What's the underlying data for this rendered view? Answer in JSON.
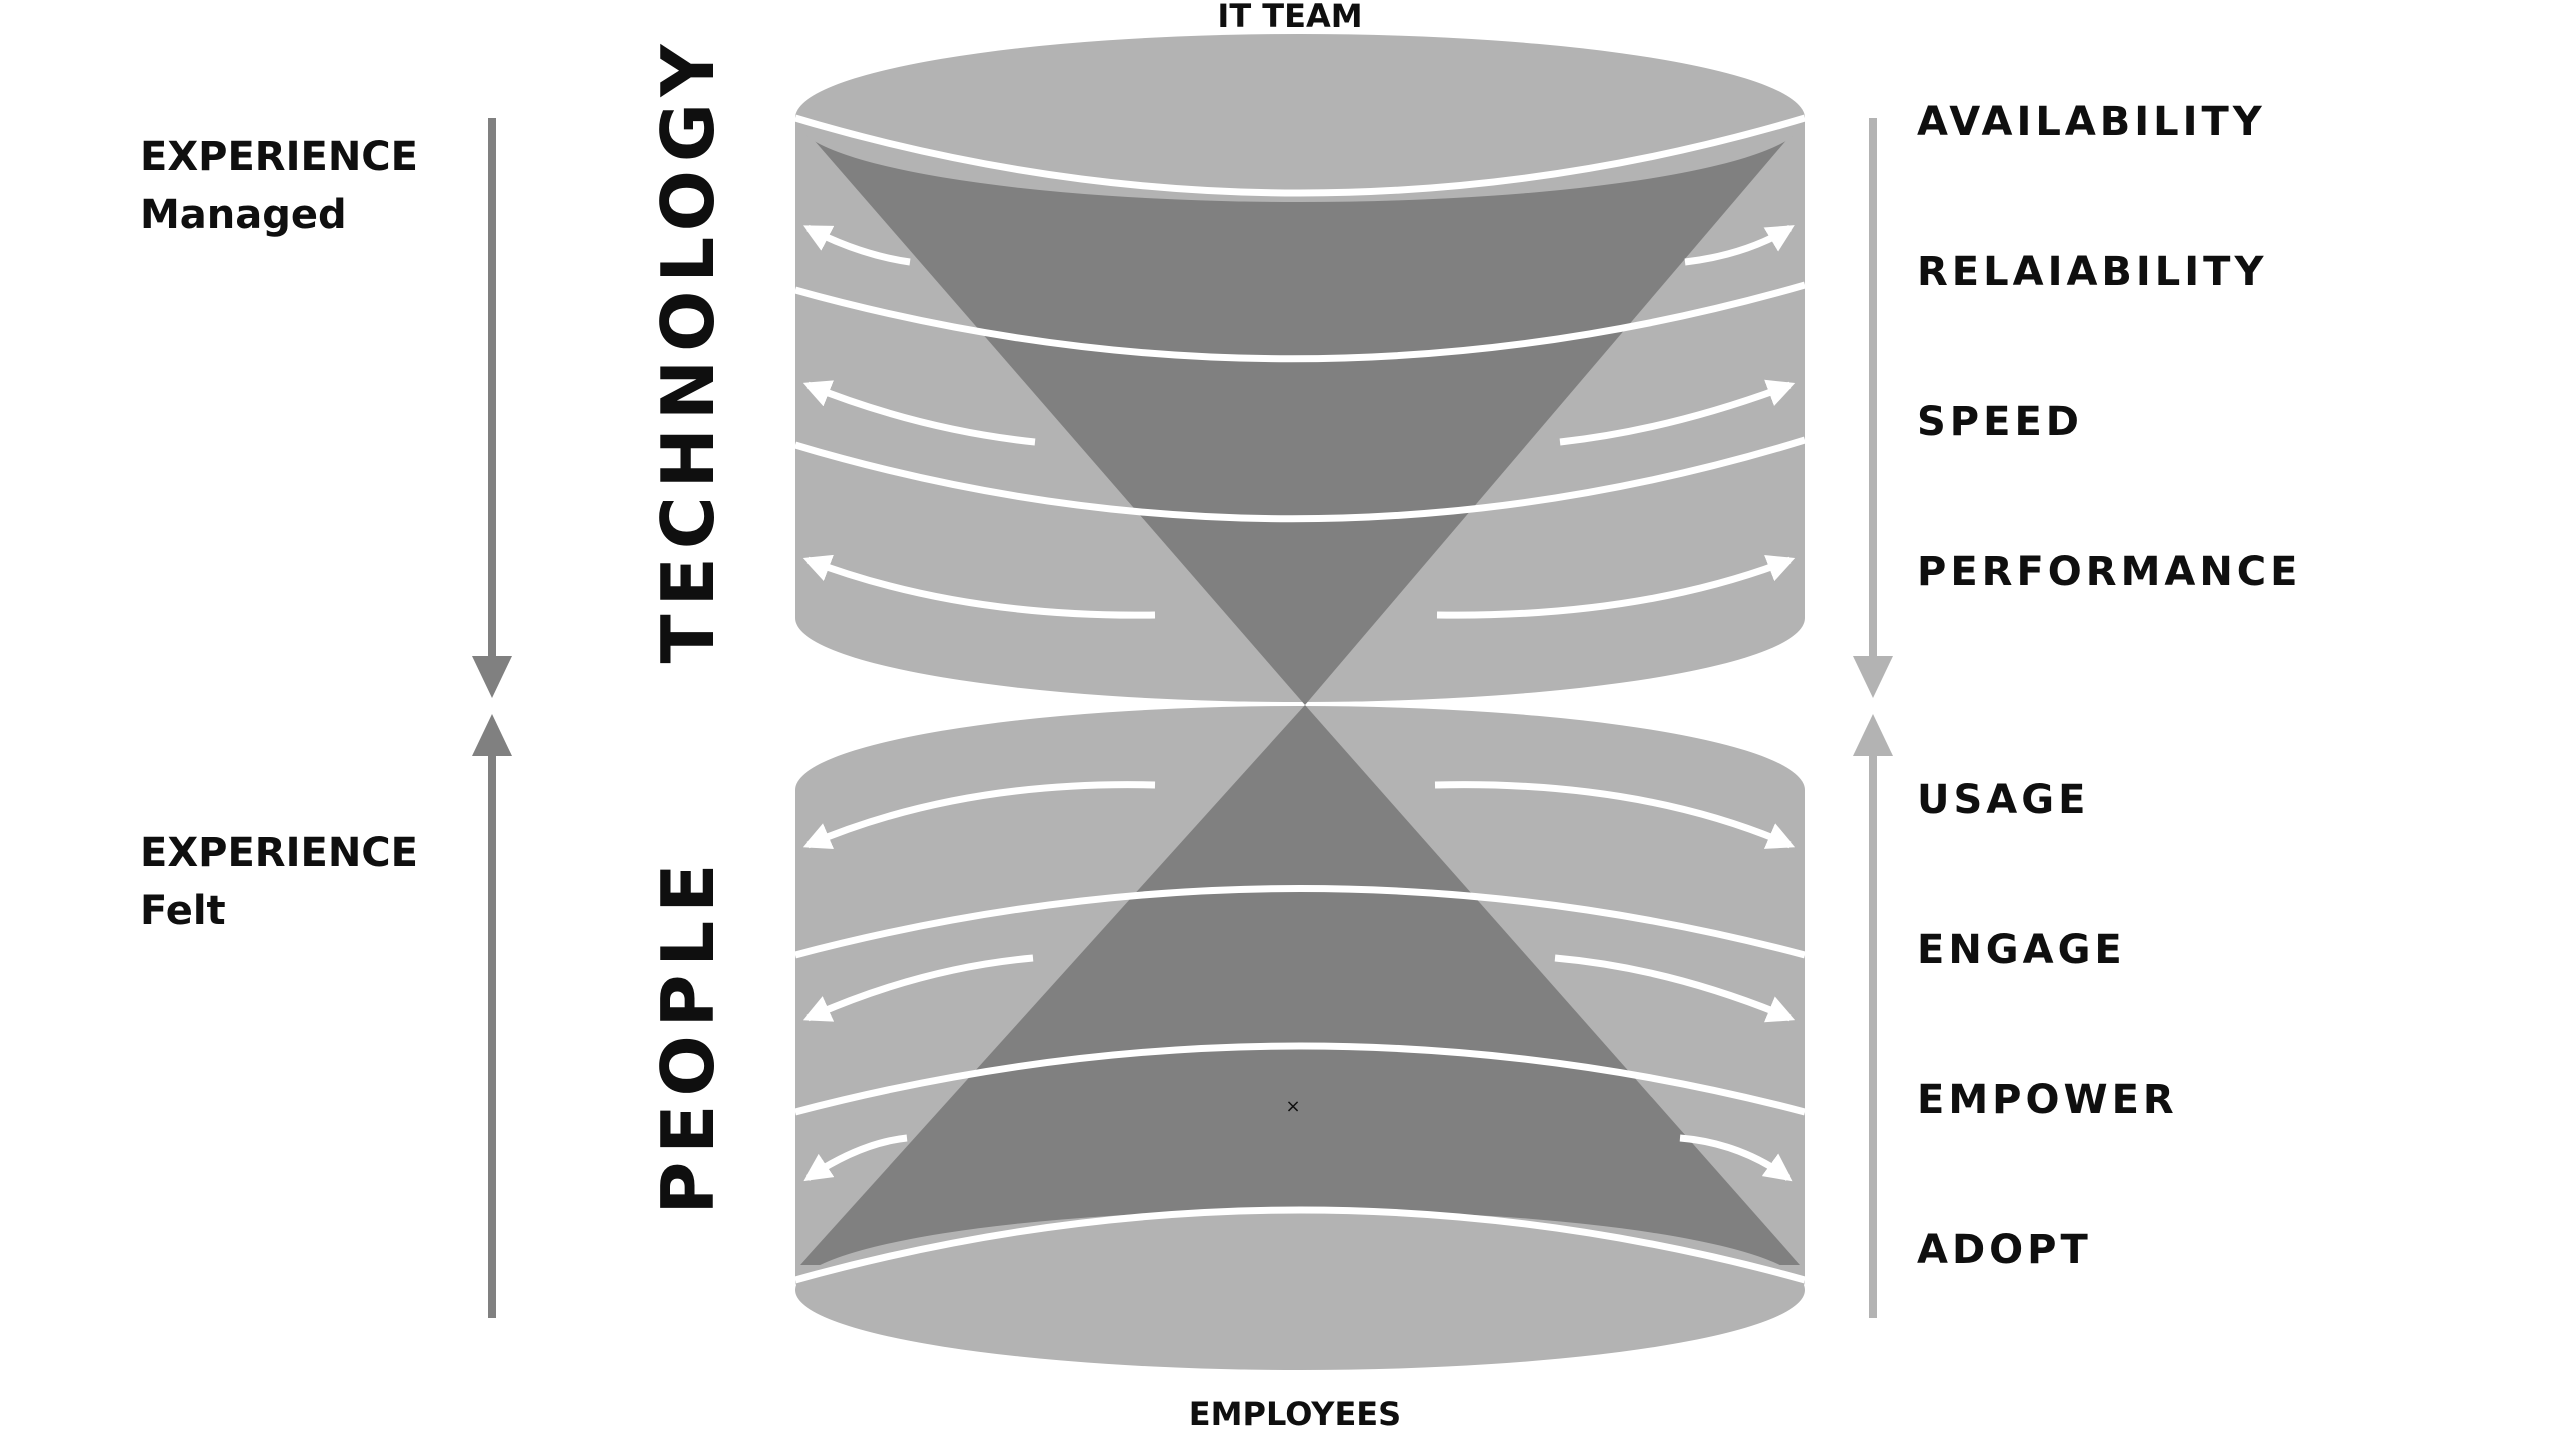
{
  "labels": {
    "top": "IT TEAM",
    "bottom": "EMPLOYEES",
    "upper_section": "TECHNOLOGY",
    "lower_section": "PEOPLE"
  },
  "left": {
    "managed": {
      "line1": "EXPERIENCE",
      "line2": "Managed"
    },
    "felt": {
      "line1": "EXPERIENCE",
      "line2": "Felt"
    }
  },
  "technology_metrics": [
    "AVAILABILITY",
    "RELAIABILITY",
    "SPEED",
    "PERFORMANCE"
  ],
  "people_metrics": [
    "USAGE",
    "ENGAGE",
    "EMPOWER",
    "ADOPT"
  ],
  "center_mark": "×",
  "colors": {
    "cylinder": "#b3b3b3",
    "cone": "#808080",
    "band": "#ffffff",
    "arrow_left": "#808080",
    "arrow_right": "#b3b3b3",
    "text": "#0f0f0f"
  }
}
